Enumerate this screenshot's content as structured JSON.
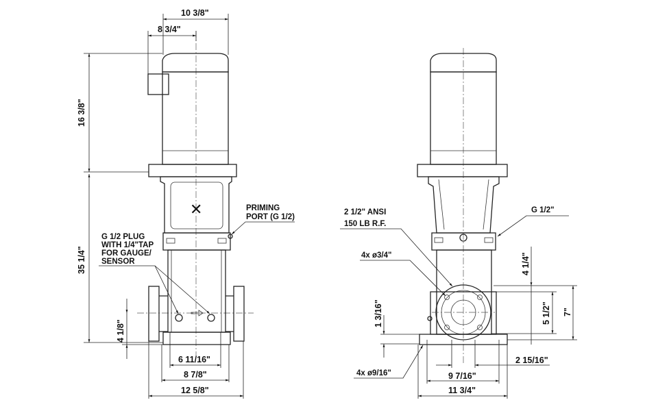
{
  "front_view": {
    "dims": {
      "motor_width": "10  3/8\"",
      "motor_offset": "8  3/4\"",
      "motor_height": "16  3/8\"",
      "pump_height": "35  1/4\"",
      "port_height": "4 1/8\"",
      "base_inner": "6 11/16\"",
      "base_outer": "8 7/8\"",
      "port_to_port": "12 5/8\""
    },
    "notes": {
      "priming_1": "PRIMING",
      "priming_2": "PORT (G 1/2)",
      "plug_1": "G 1/2 PLUG",
      "plug_2": "WITH 1/4\"TAP",
      "plug_3": "FOR GAUGE/",
      "plug_4": "SENSOR"
    }
  },
  "side_view": {
    "dims": {
      "d_4_1_4": "4 1/4\"",
      "d_5_1_2": "5 1/2\"",
      "d_7": "7\"",
      "d_1_3_16": "1 3/16\"",
      "d_2_15_16": "2 15/16\"",
      "d_9_7_16": "9 7/16\"",
      "d_11_3_4": "11 3/4\""
    },
    "notes": {
      "flange_1": "2 1/2\" ANSI",
      "flange_2": "150 LB R.F.",
      "bolt_holes": "4x ø3/4\"",
      "base_holes": "4x ø9/16\"",
      "drain": "G 1/2\""
    }
  }
}
